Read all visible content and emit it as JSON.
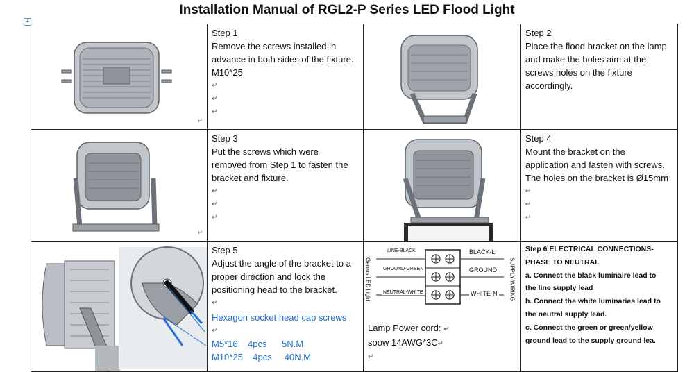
{
  "title": "Installation Manual of RGL2-P Series LED Flood Light",
  "colors": {
    "body_fill": "#b9bec4",
    "body_dark": "#5d6268",
    "panel": "#8f959b",
    "metal": "#9aa0a6",
    "text_blue": "#1f6fc4"
  },
  "step1": {
    "heading": "Step 1",
    "lines": [
      "Remove the screws installed in",
      "advance in both sides of the fixture.",
      "M10*25"
    ]
  },
  "step2": {
    "heading": "Step 2",
    "lines": [
      "Place the flood bracket on the lamp",
      "and make the holes aim at the",
      "screws holes on the fixture",
      "accordingly."
    ]
  },
  "step3": {
    "heading": "Step 3",
    "lines": [
      "Put the screws which were",
      "removed from Step 1 to fasten the",
      "bracket and fixture."
    ]
  },
  "step4": {
    "heading": "Step 4",
    "lines": [
      "Mount the bracket on the",
      "application and fasten with screws.",
      "The holes on the bracket is Ø15mm"
    ]
  },
  "step5": {
    "heading": "Step 5",
    "lines": [
      "Adjust the angle of the bracket to a",
      "proper direction and lock the",
      "positioning head to the bracket."
    ],
    "spec_title": "Hexagon socket head cap screws",
    "specs": [
      "M5*16    4pcs      5N.M",
      "M10*25    4pcs     40N.M"
    ]
  },
  "wiring": {
    "left_label": "Genius LED Light",
    "right_label": "SUPPLY  WIRING",
    "rows": [
      {
        "left": "LINE-BLACK",
        "right": "BLACK-L"
      },
      {
        "left": "GROUND-GREEN",
        "right": "GROUND"
      },
      {
        "left": "NEUTRAL-WHITE",
        "right": "WHITE-N"
      }
    ],
    "cord_label": "Lamp Power cord:",
    "cord_value": "soow 14AWG*3C"
  },
  "step6": {
    "heading": "Step 6    ELECTRICAL  CONNECTIONS-",
    "lines": [
      "PHASE TO NEUTRAL",
      "a. Connect the black luminaire lead to",
      "the line supply lead",
      "b. Connect the white luminaries lead to",
      "the neutral supply lead.",
      "c. Connect the green or green/yellow",
      "ground lead to the supply ground lea."
    ]
  }
}
